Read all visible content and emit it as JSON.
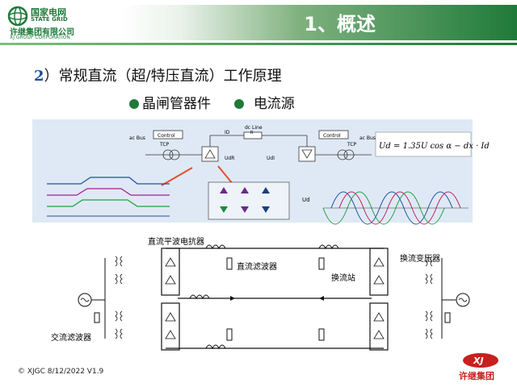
{
  "logo": {
    "line1": "国家电网",
    "line2": "STATE GRID",
    "line3": "许继集团有限公司",
    "line4": "XJ GROUP CORPORATION"
  },
  "slide": {
    "title": "1、概述",
    "heading_num": "2",
    "heading_text": "）常规直流（超/特压直流）工作原理",
    "bullet1": "晶闸管器件",
    "bullet2": "电流源"
  },
  "top_diagram": {
    "control_left": "Control",
    "tcp_left": "TCP",
    "ac_bus_left": "ac Bus",
    "dc_line": "dc Line",
    "r_label": "R",
    "id_label": "ID",
    "udr_label": "UdR",
    "udi_label": "UdI",
    "control_right": "Control",
    "tcp_right": "TCP",
    "ac_bus_right": "ac Bus",
    "formula": "Ud = 1.35U cos α − dx · Id",
    "ud_label": "Ud"
  },
  "bottom_diagram": {
    "smoothing_reactor": "直流平波电抗器",
    "dc_filter": "直流滤波器",
    "converter_transformer": "换流变压器",
    "converter_station": "换流站",
    "ac_filter": "交流滤波器"
  },
  "footer": {
    "copyright": "© XJGC  8/12/2022  V1.9",
    "brand": "许继集团",
    "brand_mark": "XJ"
  },
  "colors": {
    "green_dark": "#1f7a3a",
    "blue_heading": "#1a4f9c",
    "brand_red": "#c8201e"
  }
}
